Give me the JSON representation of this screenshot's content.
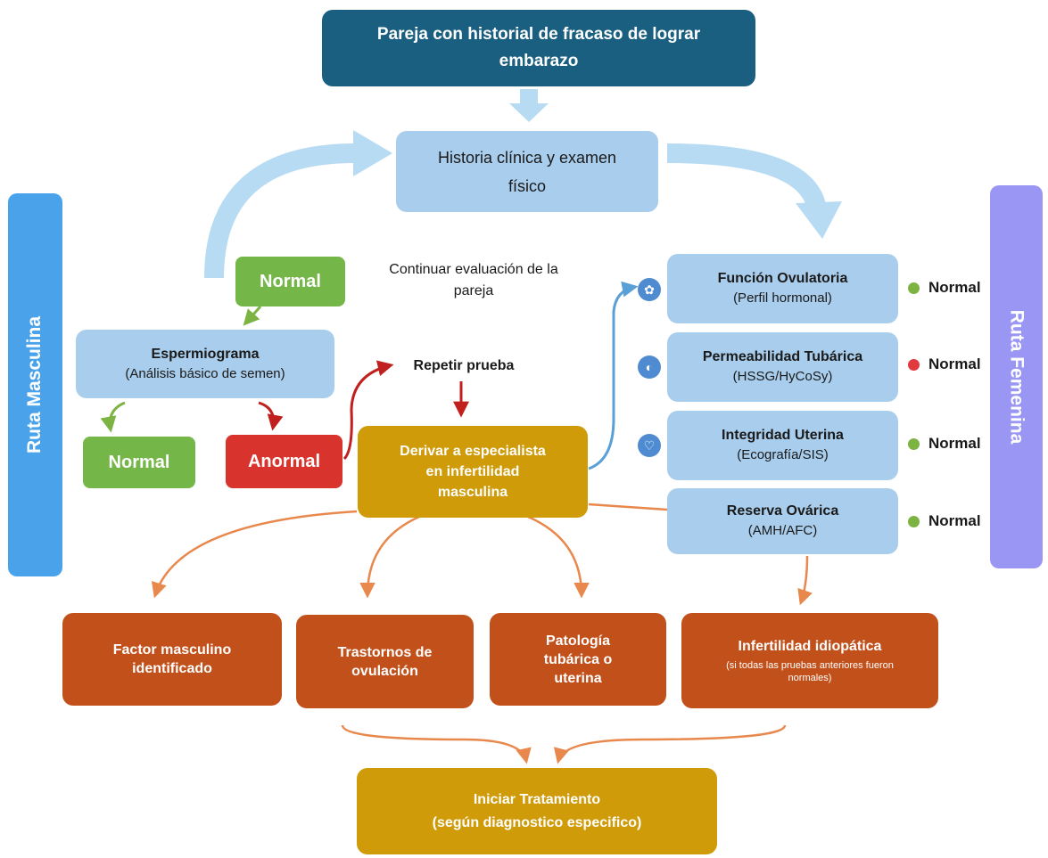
{
  "title": "Pareja con historial de fracaso de lograr embarazo",
  "historia": "Historia clínica y examen físico",
  "continuar": "Continuar evaluación de la pareja",
  "male": {
    "side_label": "Ruta Masculina",
    "normal_top": "Normal",
    "espermio_title": "Espermiograma",
    "espermio_sub": "(Análisis básico de semen)",
    "normal_bottom": "Normal",
    "anormal": "Anormal",
    "repetir": "Repetir prueba",
    "derivar": "Derivar a especialista en infertilidad masculina"
  },
  "female": {
    "side_label": "Ruta Femenina",
    "tests": [
      {
        "title": "Función Ovulatoria",
        "sub": "(Perfil hormonal)",
        "status": "Normal",
        "status_color": "#7cb342",
        "icon": "ovary-icon"
      },
      {
        "title": "Permeabilidad Tubárica",
        "sub": "(HSSG/HyCoSy)",
        "status": "Normal",
        "status_color": "#e0393e",
        "icon": "tube-icon"
      },
      {
        "title": "Integridad Uterina",
        "sub": "(Ecografía/SIS)",
        "status": "Normal",
        "status_color": "#7cb342",
        "icon": "uterus-icon"
      },
      {
        "title": "Reserva Ovárica",
        "sub": "(AMH/AFC)",
        "status": "Normal",
        "status_color": "#7cb342",
        "icon": "egg-icon"
      }
    ]
  },
  "outcomes": [
    {
      "label": "Factor masculino identificado"
    },
    {
      "label": "Trastornos de ovulación"
    },
    {
      "label": "Patología tubárica o uterina"
    },
    {
      "label": "Infertilidad idiopática",
      "note": "(si todas las pruebas anteriores fueron normales)"
    }
  ],
  "treatment": {
    "line1": "Iniciar Tratamiento",
    "line2": "(según diagnostico especifico)"
  },
  "colors": {
    "dark_blue": "#1b5f80",
    "light_blue": "#a9cdec",
    "gold": "#cf9b08",
    "rust": "#c2501a",
    "green": "#75b648",
    "red": "#d9332d",
    "male_side": "#4aa3ea",
    "female_side": "#9a96f4",
    "arrow_blue": "#b7dbf3",
    "arrow_orange": "#e8884c"
  }
}
